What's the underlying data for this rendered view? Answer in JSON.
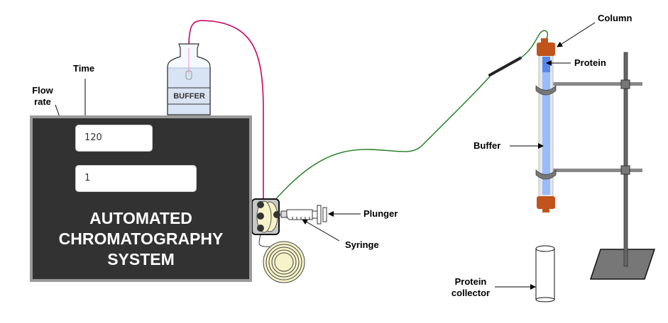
{
  "machine": {
    "title_lines": [
      "AUTOMATED",
      "CHROMATOGRAPHY",
      "SYSTEM"
    ],
    "time_value": "120",
    "flow_rate_value": "1"
  },
  "labels": {
    "time": "Time",
    "flow_rate_line1": "Flow",
    "flow_rate_line2": "rate",
    "buffer_bottle": "BUFFER",
    "plunger": "Plunger",
    "syringe": "Syringe",
    "column": "Column",
    "protein": "Protein",
    "buffer": "Buffer",
    "protein_collector_line1": "Protein",
    "protein_collector_line2": "collector"
  },
  "colors": {
    "machine_body": "#323232",
    "inlet_tube": "#cc0066",
    "outlet_tube": "#1e7a1e",
    "column_cap": "#c0541a",
    "protein_band": "#5588ee",
    "buffer_fill": "#99bbff",
    "stand": "#666666"
  }
}
